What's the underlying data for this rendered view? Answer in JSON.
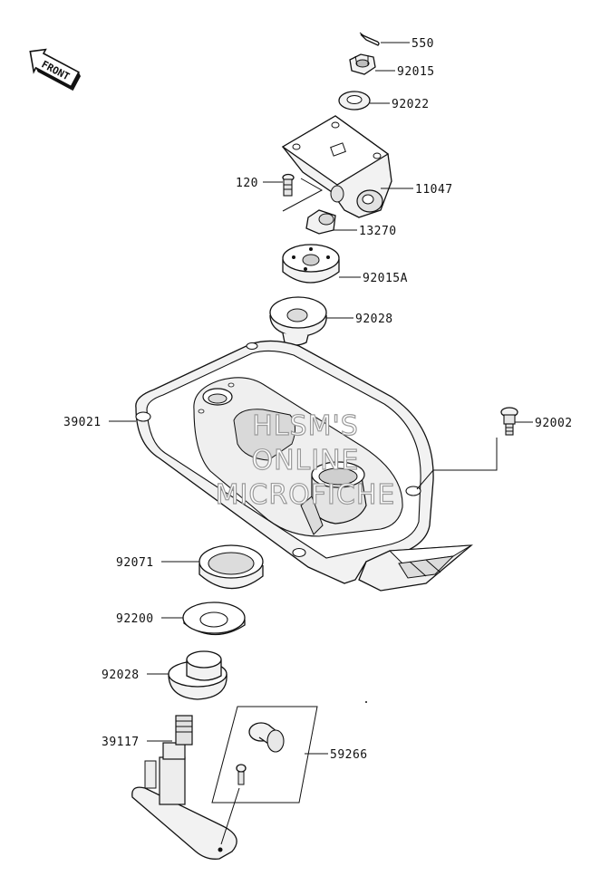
{
  "front_badge": {
    "text": "FRONT"
  },
  "watermark": {
    "lines": [
      "HLSM'S",
      "ONLINE",
      "MICROFICHE"
    ]
  },
  "parts": [
    {
      "id": "p550",
      "number": "550"
    },
    {
      "id": "p92015",
      "number": "92015"
    },
    {
      "id": "p92022",
      "number": "92022"
    },
    {
      "id": "p11047",
      "number": "11047"
    },
    {
      "id": "p120",
      "number": "120"
    },
    {
      "id": "p13270",
      "number": "13270"
    },
    {
      "id": "p92015A",
      "number": "92015A"
    },
    {
      "id": "p92028a",
      "number": "92028"
    },
    {
      "id": "p39021",
      "number": "39021"
    },
    {
      "id": "p92002",
      "number": "92002"
    },
    {
      "id": "p92071",
      "number": "92071"
    },
    {
      "id": "p92200",
      "number": "92200"
    },
    {
      "id": "p92028b",
      "number": "92028"
    },
    {
      "id": "p39117",
      "number": "39117"
    },
    {
      "id": "p59266",
      "number": "59266"
    }
  ]
}
